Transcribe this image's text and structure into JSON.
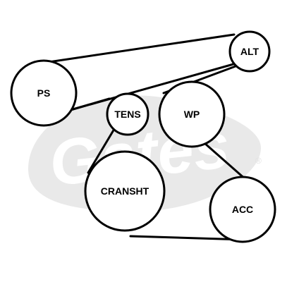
{
  "watermark": {
    "brand": "Gates",
    "registered": "®"
  },
  "pulleys": [
    {
      "id": "ps",
      "label": "PS"
    },
    {
      "id": "alt",
      "label": "ALT"
    },
    {
      "id": "tens",
      "label": "TENS"
    },
    {
      "id": "wp",
      "label": "WP"
    },
    {
      "id": "cransht",
      "label": "CRANSHT"
    },
    {
      "id": "acc",
      "label": "ACC"
    }
  ],
  "colors": {
    "line": "#000000",
    "watermark": "#e9e9e9",
    "background": "#ffffff"
  }
}
